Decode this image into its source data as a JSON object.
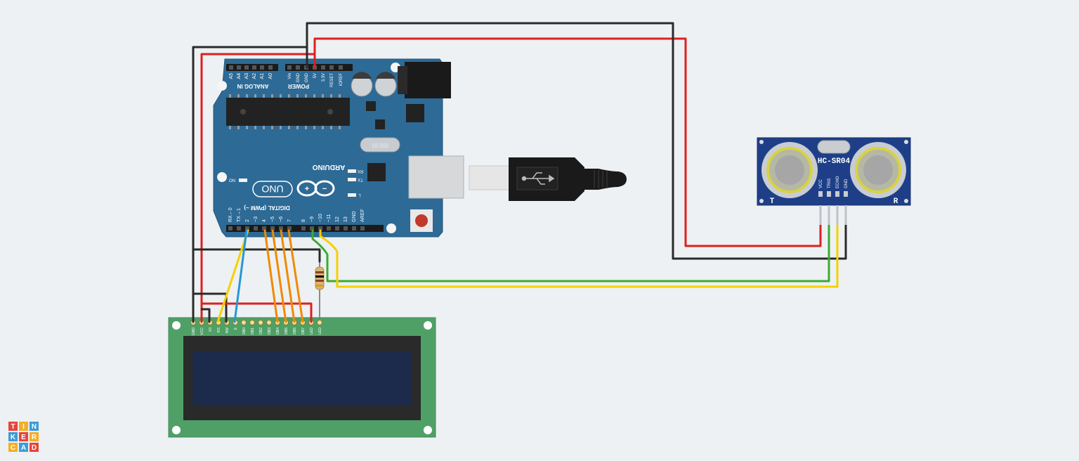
{
  "arduino": {
    "brand": "ARDUINO",
    "model": "UNO",
    "analog_header": "ANALOG IN",
    "power_header": "POWER",
    "digital_header": "DIGITAL (PWM ~)",
    "analog_pins": [
      "A5",
      "A4",
      "A3",
      "A2",
      "A1",
      "A0"
    ],
    "power_pins": [
      "Vin",
      "GND",
      "GND",
      "5V",
      "3.3V",
      "RESET",
      "IOREF"
    ],
    "digital_pins": [
      "RX←0",
      "TX→1",
      "2",
      "~3",
      "4",
      "~5",
      "~6",
      "7",
      "8",
      "~9",
      "~10",
      "~11",
      "12",
      "13",
      "GND",
      "AREF"
    ],
    "led_labels": {
      "on": "ON",
      "rx": "RX",
      "tx": "TX",
      "l": "L"
    },
    "crystal": "16.000"
  },
  "sensor": {
    "name": "HC-SR04",
    "pins": [
      "VCC",
      "TRIG",
      "ECHO",
      "GND"
    ],
    "left_mark": "T",
    "right_mark": "R"
  },
  "lcd": {
    "pins": [
      "GND",
      "VCC",
      "V0",
      "RS",
      "RW",
      "E",
      "DB0",
      "DB1",
      "DB2",
      "DB3",
      "DB4",
      "DB5",
      "DB6",
      "DB7",
      "LED",
      "LED"
    ]
  },
  "logo": {
    "letters": [
      "T",
      "I",
      "N",
      "K",
      "E",
      "R",
      "C",
      "A",
      "D"
    ]
  },
  "colors": {
    "background": "#edf1f3",
    "board": "#2d6a96",
    "sensor_board": "#1e3f88",
    "lcd_board": "#4fa066",
    "lcd_screen": "#1c2a4b",
    "wire_red": "#dd2020",
    "wire_black": "#2a2a2a",
    "wire_yellow": "#f5d100",
    "wire_green": "#3daa2e",
    "wire_blue": "#2896d6",
    "wire_orange": "#f08a00"
  }
}
